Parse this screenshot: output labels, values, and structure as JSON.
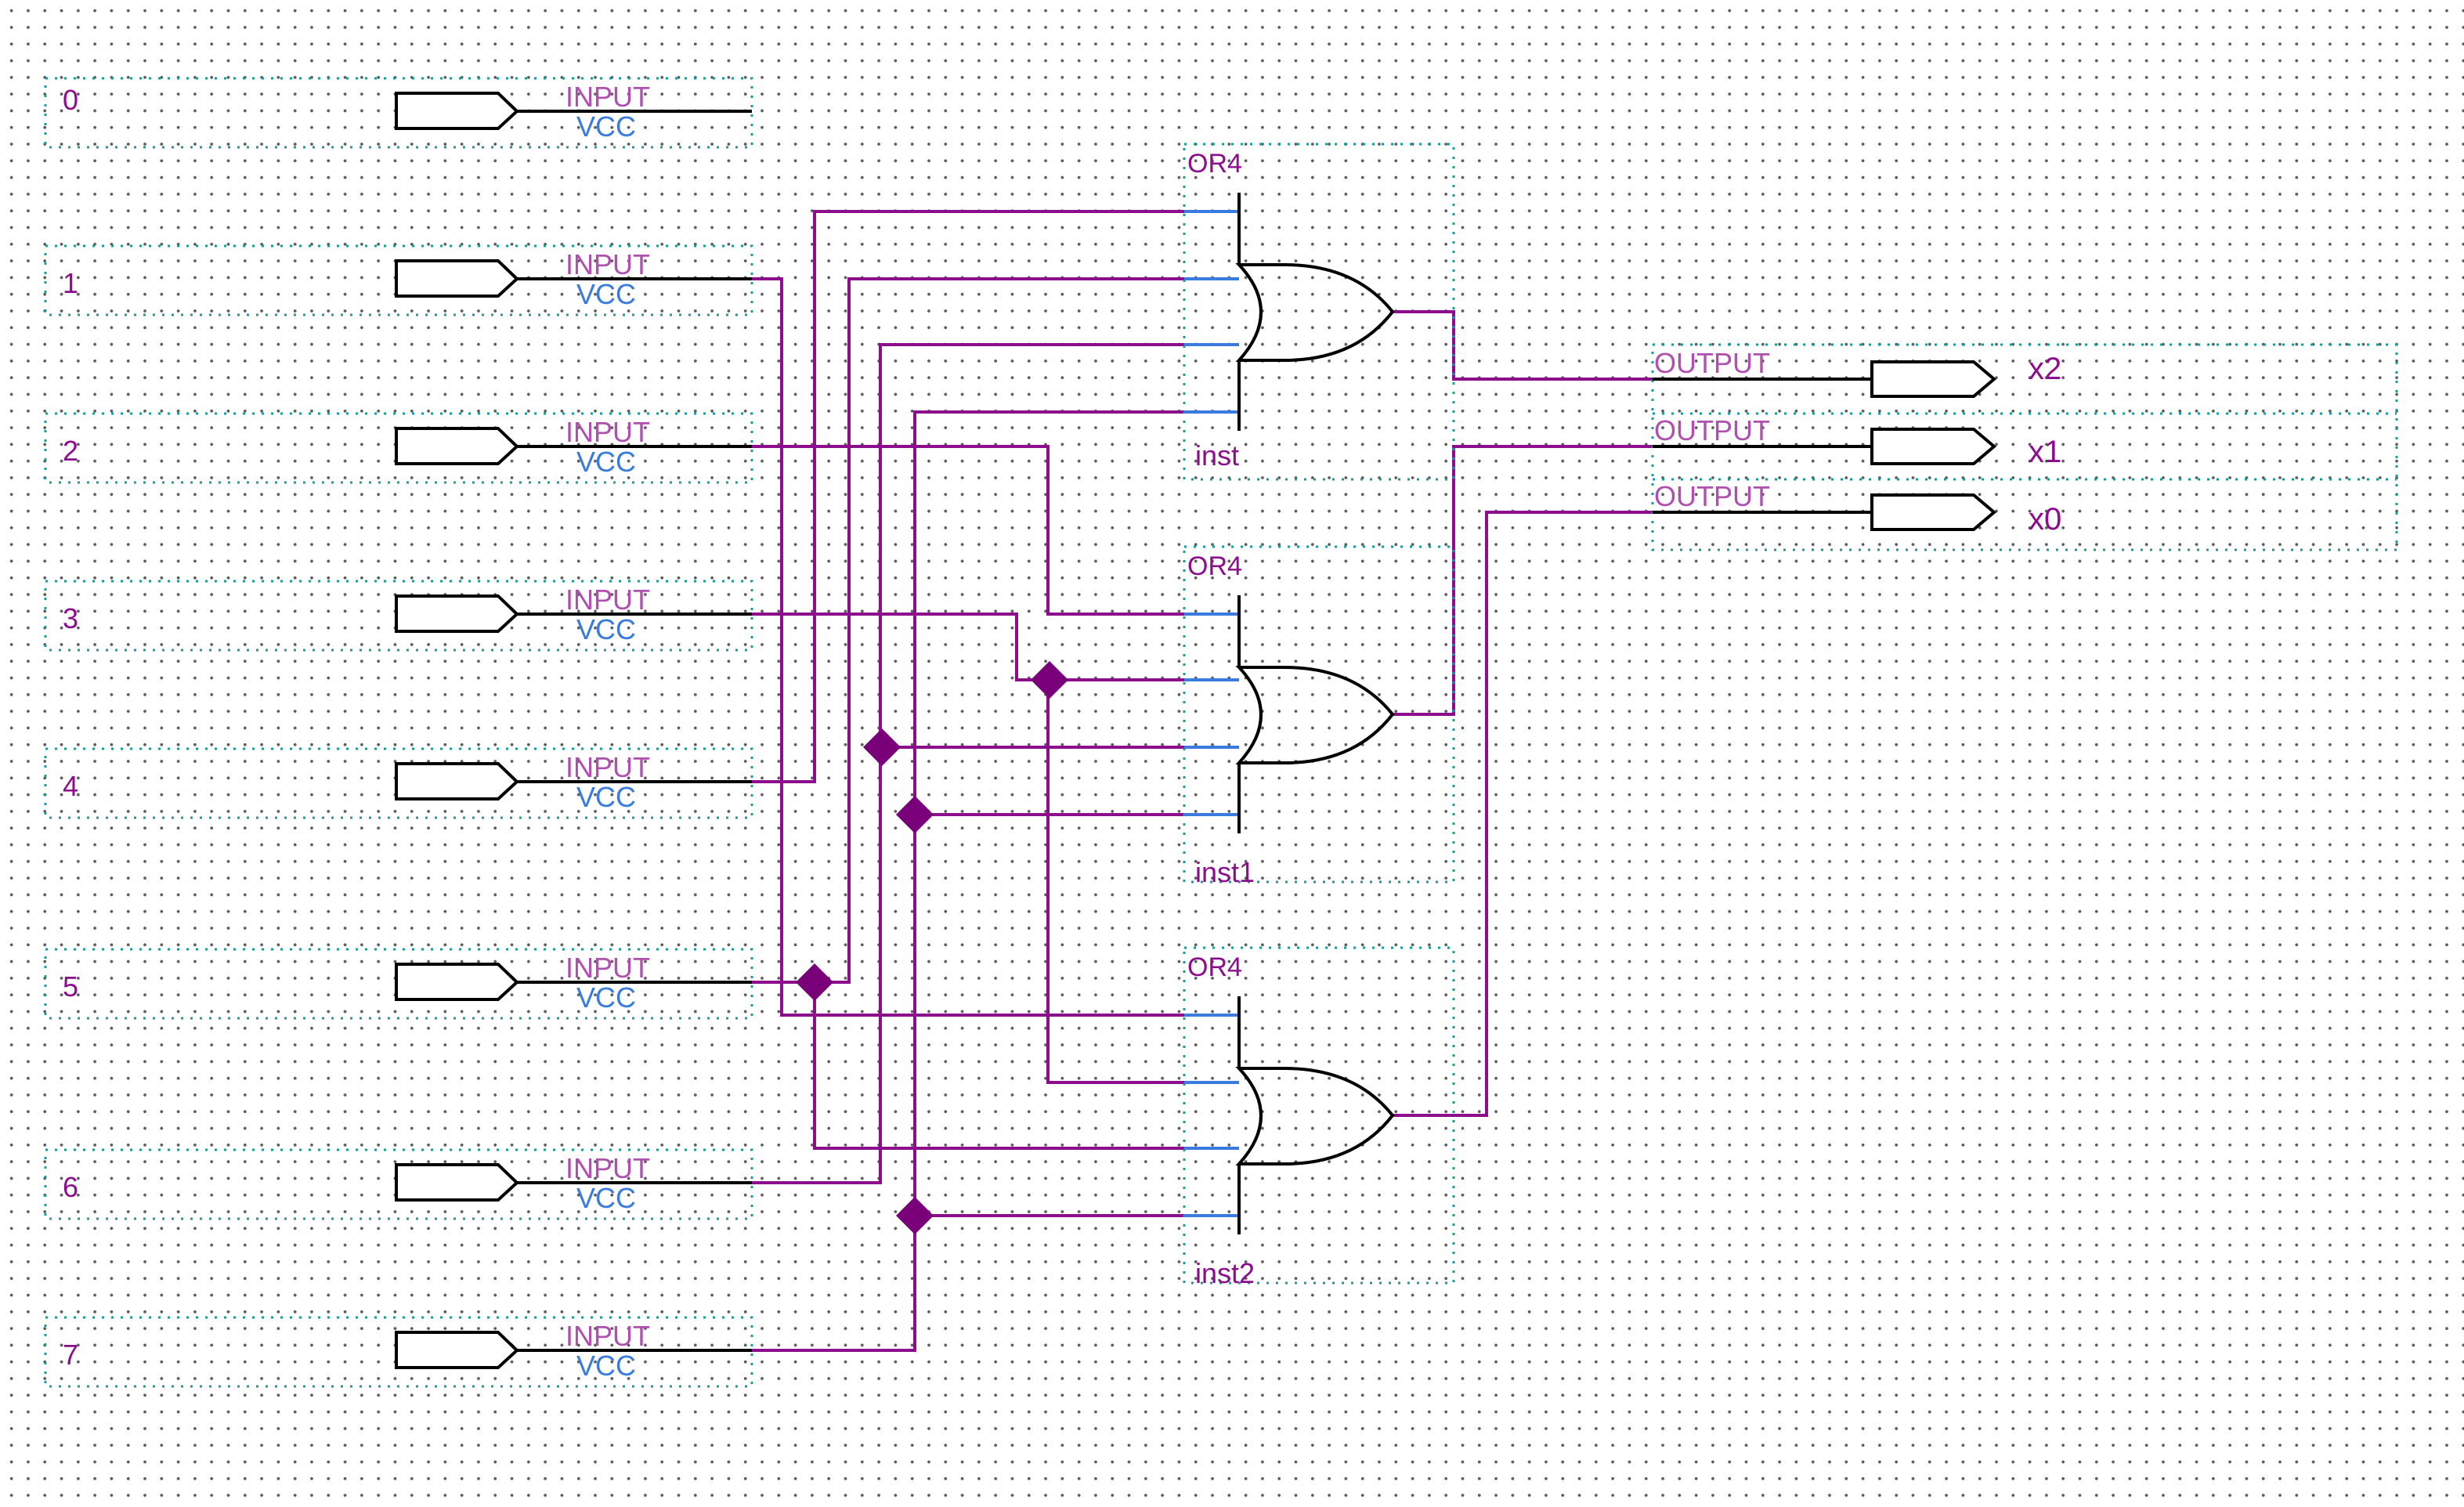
{
  "input_pins": [
    {
      "name": "0",
      "kind": "INPUT",
      "default": "VCC"
    },
    {
      "name": "1",
      "kind": "INPUT",
      "default": "VCC"
    },
    {
      "name": "2",
      "kind": "INPUT",
      "default": "VCC"
    },
    {
      "name": "3",
      "kind": "INPUT",
      "default": "VCC"
    },
    {
      "name": "4",
      "kind": "INPUT",
      "default": "VCC"
    },
    {
      "name": "5",
      "kind": "INPUT",
      "default": "VCC"
    },
    {
      "name": "6",
      "kind": "INPUT",
      "default": "VCC"
    },
    {
      "name": "7",
      "kind": "INPUT",
      "default": "VCC"
    }
  ],
  "gates": [
    {
      "type": "OR4",
      "instance": "inst"
    },
    {
      "type": "OR4",
      "instance": "inst1"
    },
    {
      "type": "OR4",
      "instance": "inst2"
    }
  ],
  "output_pins": [
    {
      "kind": "OUTPUT",
      "name": "x2"
    },
    {
      "kind": "OUTPUT",
      "name": "x1"
    },
    {
      "kind": "OUTPUT",
      "name": "x0"
    }
  ],
  "colors": {
    "wire": "#8c0e8c",
    "gate_pin": "#3a7be0",
    "instance_box": "#1a9a9a",
    "junction": "#7a007a",
    "grid_dot": "#5a5a5a"
  }
}
